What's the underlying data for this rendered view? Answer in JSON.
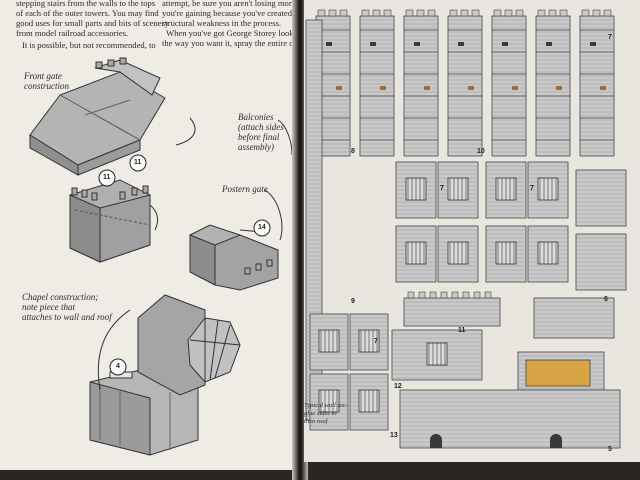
{
  "left_page": {
    "text_col1": [
      "stepping stairs from the walls to the tops",
      "of each of the outer towers. You may find",
      "good uses for small parts and bits of scenery",
      "from model railroad accessories.",
      "It is possible, but not recommended, to"
    ],
    "text_col2": [
      "attempt, be sure you aren't losing more than",
      "you're gaining because you've created a",
      "structural weakness in the process.",
      "When you've got George Storey looking",
      "the way you want it, spray the entire con-"
    ],
    "captions": {
      "front_gate": [
        "Front gate",
        "construction"
      ],
      "balconies": [
        "Balconies",
        "(attach sides",
        "before final",
        "assembly)"
      ],
      "postern_gate": [
        "Postern gate"
      ],
      "chapel": [
        "Chapel construction;",
        "note piece that",
        "attaches to wall and roof"
      ]
    },
    "callouts": [
      "11",
      "11",
      "14",
      "4"
    ]
  },
  "right_page": {
    "part_numbers": [
      "7",
      "8",
      "9",
      "10",
      "11",
      "12",
      "13",
      "6",
      "5",
      "7",
      "7",
      "7"
    ],
    "bottom_caption": [
      "Typical wall sec-",
      "glue sides to",
      "then roof"
    ],
    "colors": {
      "wood_panel": "#d9a445",
      "stone": "#c9c9c9",
      "dark": "#3a3a3a"
    }
  }
}
